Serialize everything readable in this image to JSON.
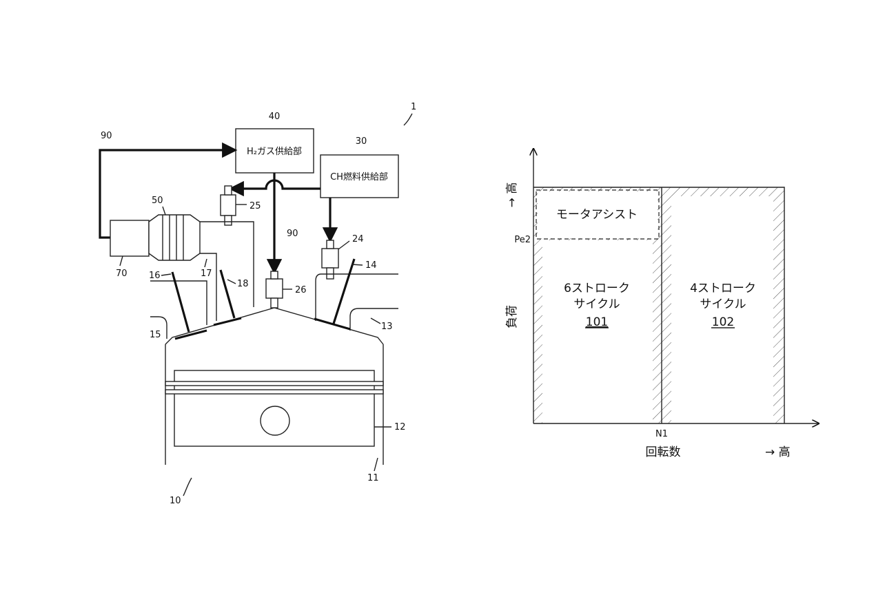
{
  "engine": {
    "ref_system": "1",
    "ref_engine": "10",
    "ref_block": "11",
    "ref_cylinder": "12",
    "ref_exhaust_port_right": "13",
    "ref_valve_right": "14",
    "ref_port_left": "15",
    "ref_valve_16": "16",
    "ref_pipe_17": "17",
    "ref_valve_18": "18",
    "ref_injector_24": "24",
    "ref_injector_25": "25",
    "ref_injector_26": "26",
    "ref_ch_supply": "30",
    "ref_h2_supply": "40",
    "ref_catalyst": "50",
    "ref_muffler": "70",
    "ref_path_90_top": "90",
    "ref_path_90_mid": "90",
    "h2_supply_label": "H₂ガス供給部",
    "ch_supply_label": "CH燃料供給部"
  },
  "chart_data": {
    "type": "region-map",
    "ylabel": "負荷",
    "ylabel_arrow": "→ 高",
    "xlabel": "回転数",
    "xlabel_arrow": "→ 高",
    "x_tick": "N1",
    "y_tick": "Pe2",
    "regions": [
      {
        "name": "モータアシスト",
        "range": "load above Pe2, speed below N1"
      },
      {
        "name_line1": "6ストローク",
        "name_line2": "サイクル",
        "ref": "101",
        "range": "speed below N1"
      },
      {
        "name_line1": "4ストローク",
        "name_line2": "サイクル",
        "ref": "102",
        "range": "speed above N1"
      }
    ]
  }
}
